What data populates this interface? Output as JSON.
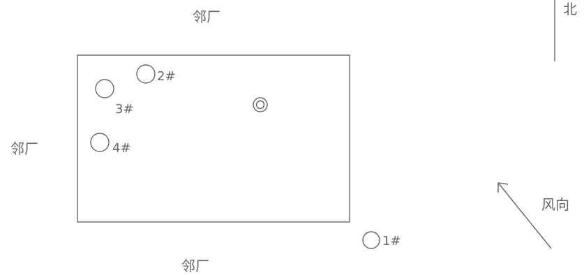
{
  "labels": {
    "north": "北",
    "neighbor_top": "邻厂",
    "neighbor_left": "邻厂",
    "neighbor_bottom": "邻厂",
    "wind_direction": "风向"
  },
  "monitoring_points": [
    {
      "id": "2#"
    },
    {
      "id": "3#"
    },
    {
      "id": "4#"
    },
    {
      "id": "1#"
    }
  ],
  "icons": {
    "source": "double-circle-icon",
    "wind": "arrow-icon",
    "north": "north-line-icon"
  },
  "colors": {
    "line": "#666666",
    "text": "#666666",
    "background": "#ffffff"
  }
}
